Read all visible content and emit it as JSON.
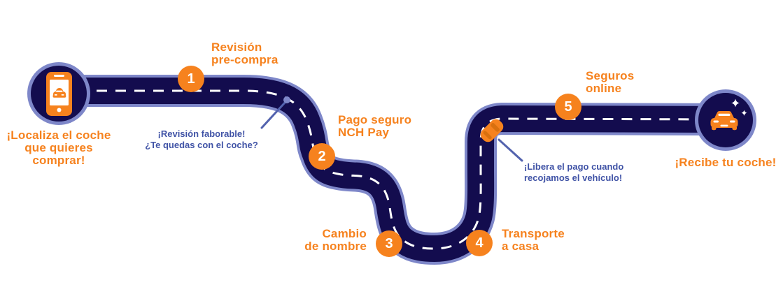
{
  "journey": {
    "start": {
      "label": "¡Localiza el coche\nque quieres comprar!",
      "icon": "smartphone-with-car-icon"
    },
    "end": {
      "label": "¡Recibe tu coche!",
      "icon": "car-with-sparkles-icon"
    },
    "steps": [
      {
        "number": "1",
        "label": "Revisión\npre-compra"
      },
      {
        "number": "2",
        "label": "Pago seguro\nNCH Pay"
      },
      {
        "number": "3",
        "label": "Cambio\nde nombre"
      },
      {
        "number": "4",
        "label": "Transporte\na casa"
      },
      {
        "number": "5",
        "label": "Seguros\nonline"
      }
    ],
    "notes": [
      {
        "text": "¡Revisión faborable!\n¿Te quedas con el coche?"
      },
      {
        "text": "¡Libera el pago cuando\nrecojamos el vehículo!"
      }
    ],
    "colors": {
      "orange": "#F6821E",
      "road_navy": "#130C4E",
      "road_border": "#7E87C9",
      "note_blue": "#4053A6",
      "dash_white": "#FFFFFF"
    }
  }
}
